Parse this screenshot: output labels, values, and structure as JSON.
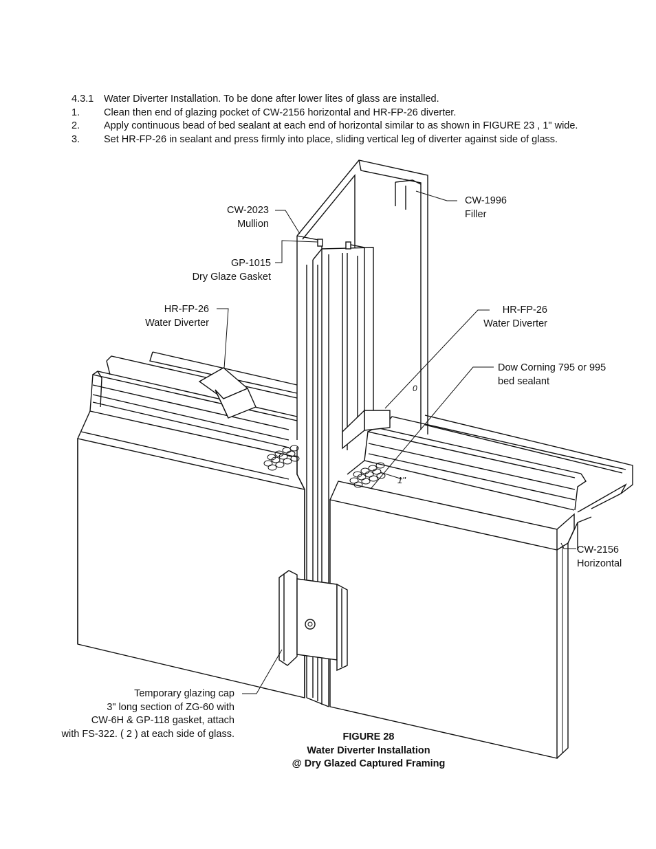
{
  "instructions": {
    "heading": {
      "num": "4.3.1",
      "text": "Water Diverter Installation. To be done after lower lites of glass are installed."
    },
    "steps": [
      {
        "num": "1.",
        "text": "Clean then end of glazing pocket of CW-2156 horizontal and HR-FP-26 diverter."
      },
      {
        "num": "2.",
        "text": "Apply continuous bead of bed sealant at each end of horizontal similar to as shown in FIGURE 23 , 1\" wide."
      },
      {
        "num": "3.",
        "text": "Set HR-FP-26 in sealant and press firmly into place, sliding vertical leg of diverter against side of glass."
      }
    ]
  },
  "callouts": {
    "mullion": {
      "line1": "CW-2023",
      "line2": "Mullion"
    },
    "filler": {
      "line1": "CW-1996",
      "line2": "Filler"
    },
    "gasket": {
      "line1": "GP-1015",
      "line2": "Dry Glaze Gasket"
    },
    "diverter_left": {
      "line1": "HR-FP-26",
      "line2": "Water Diverter"
    },
    "diverter_right": {
      "line1": "HR-FP-26",
      "line2": "Water Diverter"
    },
    "sealant": {
      "line1": "Dow Corning 795 or 995",
      "line2": "bed sealant"
    },
    "horizontal": {
      "line1": "CW-2156",
      "line2": "Horizontal"
    },
    "temp_cap": {
      "line1": "Temporary  glazing cap",
      "line2": "3\" long section of ZG-60 with",
      "line3": "CW-6H & GP-118  gasket, attach",
      "line4": "with FS-322. ( 2 ) at each side of glass."
    },
    "dimension": "1\"",
    "small_mark": "0"
  },
  "figure": {
    "number": "FIGURE 28",
    "title": "Water Diverter Installation",
    "subtitle": "@ Dry Glazed Captured Framing"
  }
}
